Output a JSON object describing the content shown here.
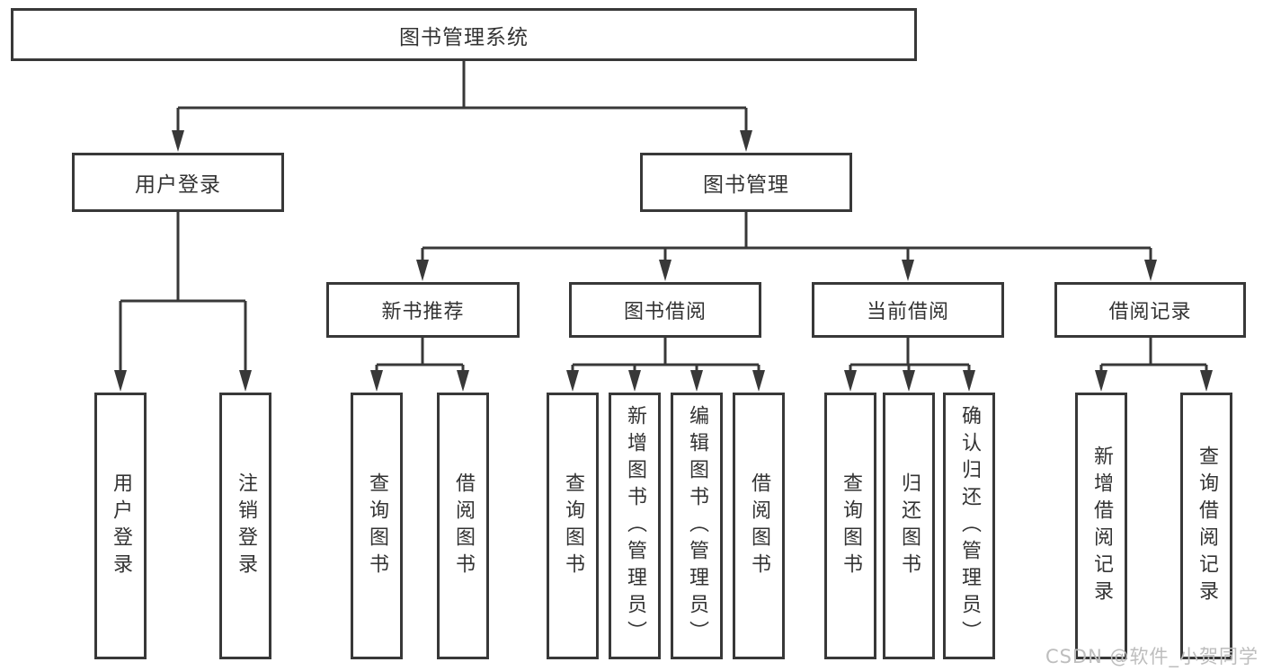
{
  "diagram_type": "hierarchy-tree",
  "colors": {
    "line": "#383838",
    "box_border": "#383838",
    "box_background": "#ffffff",
    "text": "#333333",
    "watermark": "#bdbdbd"
  },
  "root": {
    "label": "图书管理系统",
    "children": [
      {
        "label": "用户登录",
        "children": [
          {
            "label": "用户登录"
          },
          {
            "label": "注销登录"
          }
        ]
      },
      {
        "label": "图书管理",
        "children": [
          {
            "label": "新书推荐",
            "children": [
              {
                "label": "查询图书"
              },
              {
                "label": "借阅图书"
              }
            ]
          },
          {
            "label": "图书借阅",
            "children": [
              {
                "label": "查询图书"
              },
              {
                "label": "新增图书（管理员）"
              },
              {
                "label": "编辑图书（管理员）"
              },
              {
                "label": "借阅图书"
              }
            ]
          },
          {
            "label": "当前借阅",
            "children": [
              {
                "label": "查询图书"
              },
              {
                "label": "归还图书"
              },
              {
                "label": "确认归还（管理员）"
              }
            ]
          },
          {
            "label": "借阅记录",
            "children": [
              {
                "label": "新增借阅记录"
              },
              {
                "label": "查询借阅记录"
              }
            ]
          }
        ]
      }
    ]
  },
  "watermark": "CSDN @软件_小贺同学"
}
